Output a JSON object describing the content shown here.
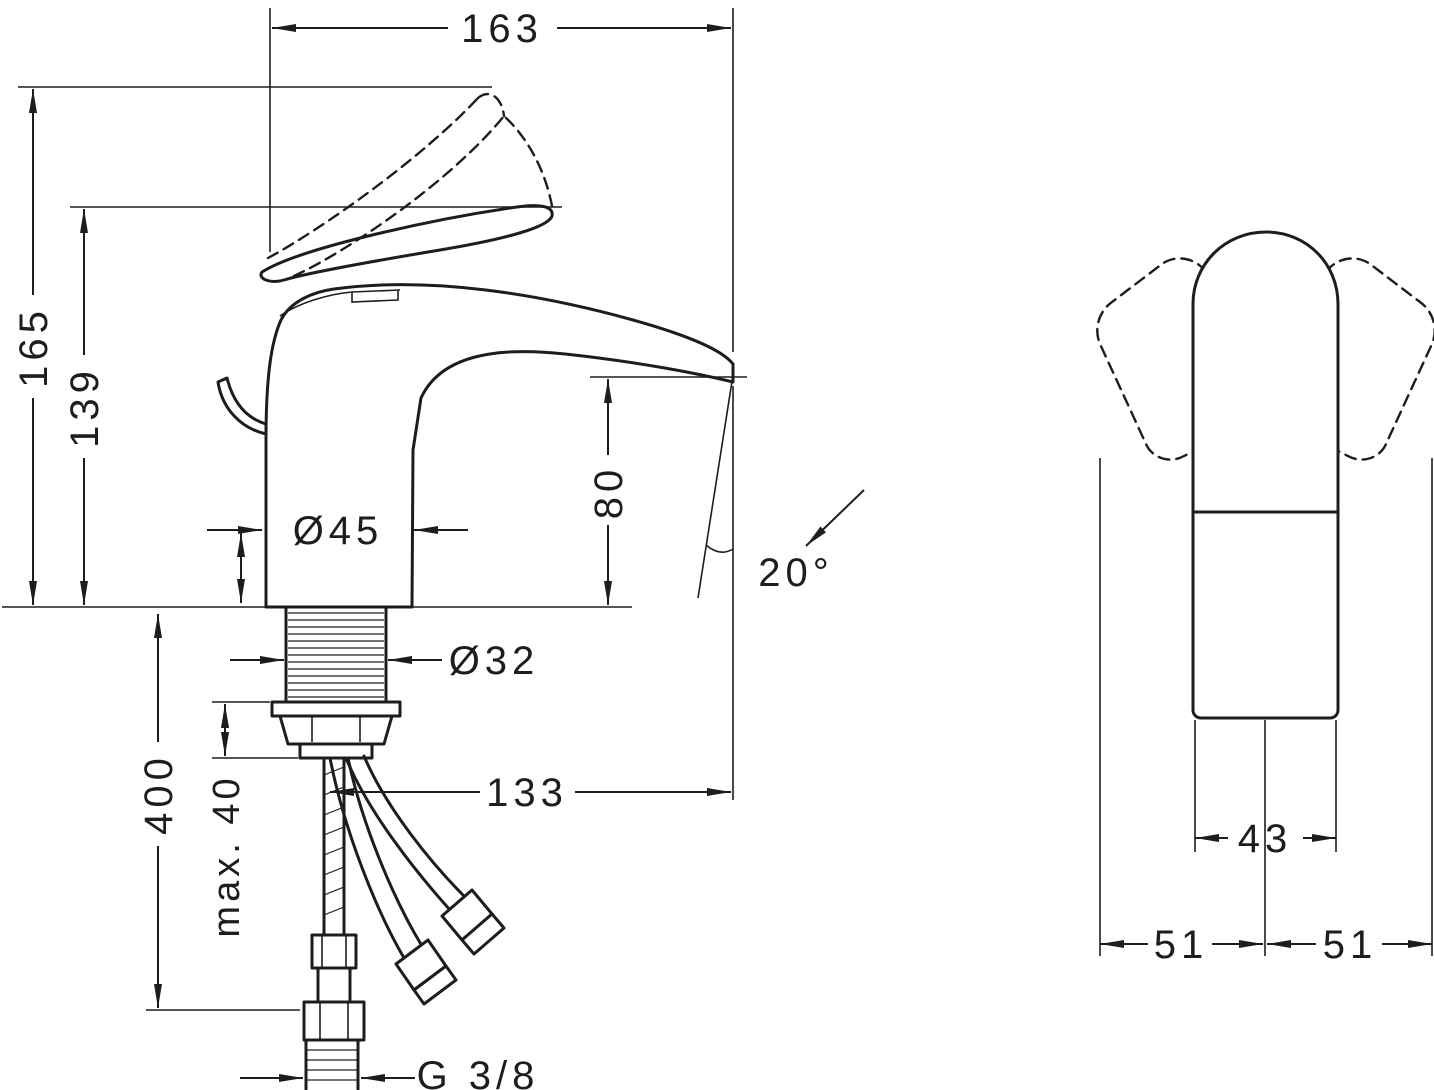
{
  "drawing": {
    "background": "#ffffff",
    "line_color": "#1d1d1b",
    "type": "technical-dimension-drawing",
    "subject": "single-lever basin mixer faucet, side view and front view",
    "dimensions": {
      "total_reach": "163",
      "total_height": "165",
      "handle_height": "139",
      "body_diameter": "Ø45",
      "spout_outlet_height": "80",
      "spout_angle": "20°",
      "shank_diameter": "Ø32",
      "spout_reach": "133",
      "max_mounting_thickness": "max. 40",
      "hose_length": "400",
      "connection_thread": "G 3/8",
      "front_body_width": "43",
      "handle_swing_left": "51",
      "handle_swing_right": "51"
    }
  }
}
